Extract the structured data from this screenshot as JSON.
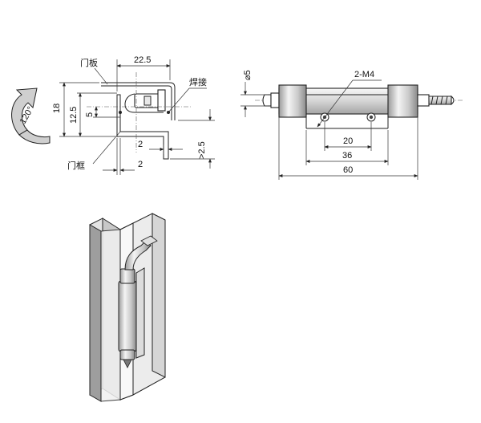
{
  "side_view": {
    "dim_top": "22.5",
    "dim_18": "18",
    "dim_12_5": "12.5",
    "dim_5": "5",
    "dim_2_right": "2",
    "dim_2_bottom": "2",
    "dim_2_5": ">2.5",
    "label_door_panel": "门板",
    "label_weld": "焊接",
    "label_door_frame": "门框",
    "rotation_angle": "120°"
  },
  "front_view": {
    "dim_diameter": "⌀5",
    "label_thread": "2-M4",
    "dim_20": "20",
    "dim_36": "36",
    "dim_60": "60"
  },
  "colors": {
    "rotation_arrow_fill": "#cfcfcf",
    "part_shading": "#e8e8e8"
  }
}
